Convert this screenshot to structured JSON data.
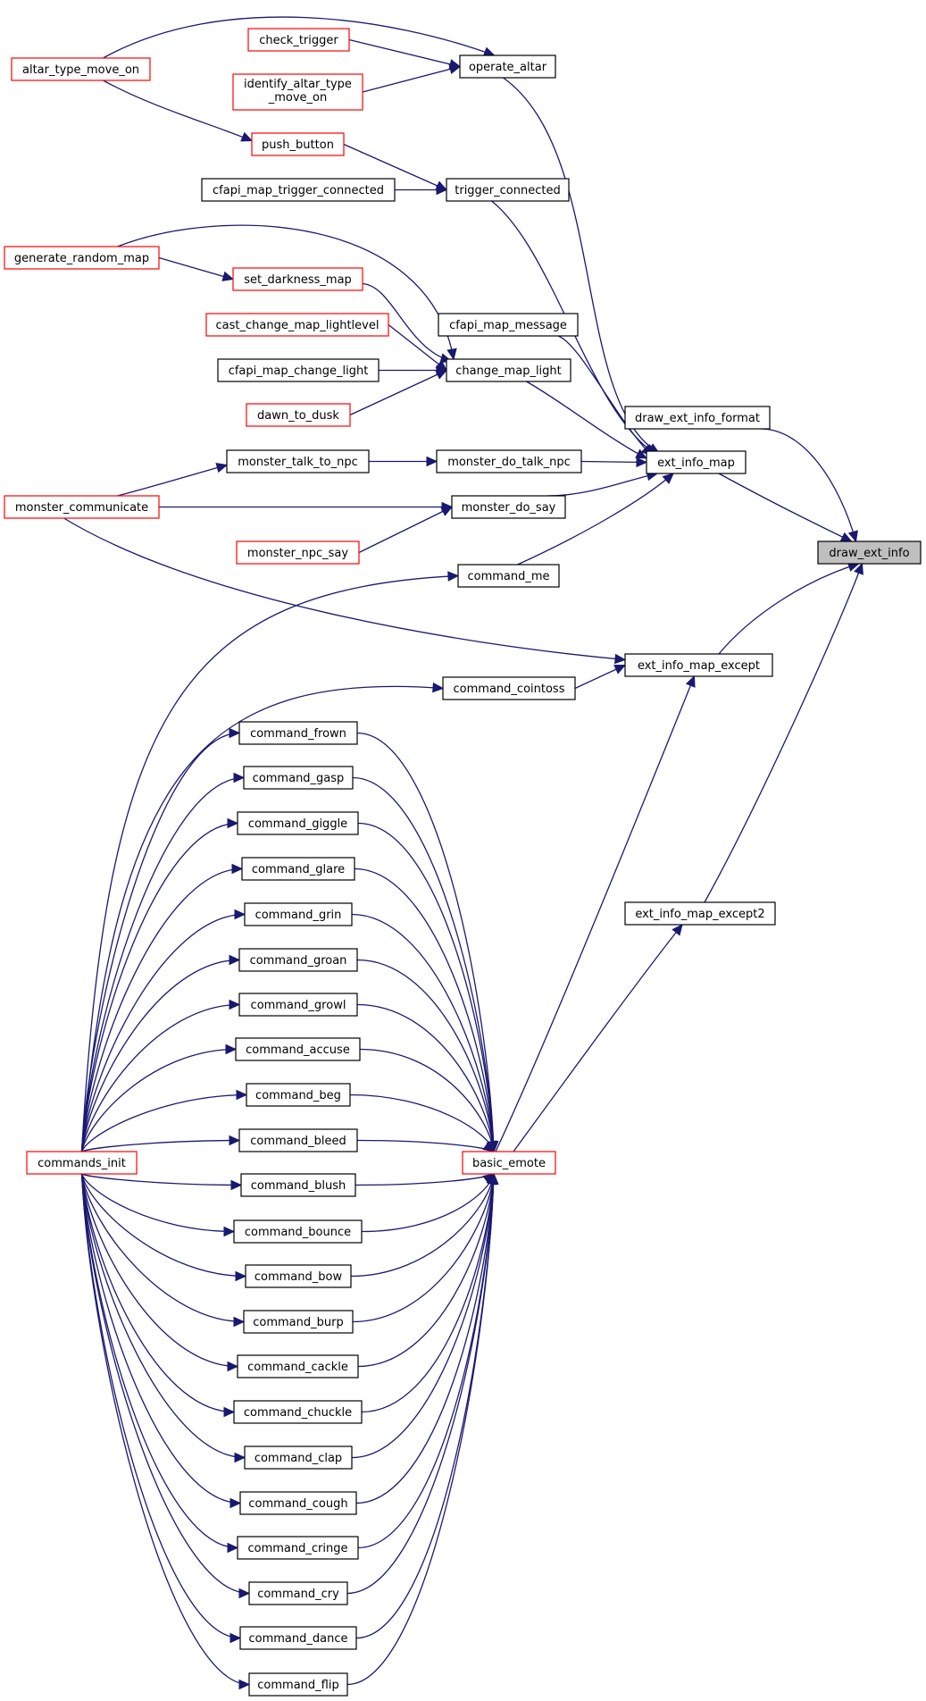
{
  "colors": {
    "edge": "#191970",
    "border_default": "#000000",
    "border_truncated": "#ff0000",
    "root_fill": "#bfbfbf"
  },
  "nodes": {
    "draw_ext_info": "draw_ext_info",
    "draw_ext_info_format": "draw_ext_info_format",
    "ext_info_map": "ext_info_map",
    "ext_info_map_except": "ext_info_map_except",
    "ext_info_map_except2": "ext_info_map_except2",
    "operate_altar": "operate_altar",
    "check_trigger": "check_trigger",
    "identify_altar_type_move_on_1": "identify_altar_type",
    "identify_altar_type_move_on_2": "_move_on",
    "altar_type_move_on": "altar_type_move_on",
    "push_button": "push_button",
    "trigger_connected": "trigger_connected",
    "cfapi_map_trigger_connected": "cfapi_map_trigger_connected",
    "generate_random_map": "generate_random_map",
    "set_darkness_map": "set_darkness_map",
    "cfapi_map_message": "cfapi_map_message",
    "cast_change_map_lightlevel": "cast_change_map_lightlevel",
    "change_map_light": "change_map_light",
    "cfapi_map_change_light": "cfapi_map_change_light",
    "dawn_to_dusk": "dawn_to_dusk",
    "monster_talk_to_npc": "monster_talk_to_npc",
    "monster_do_talk_npc": "monster_do_talk_npc",
    "monster_communicate": "monster_communicate",
    "monster_do_say": "monster_do_say",
    "monster_npc_say": "monster_npc_say",
    "command_me": "command_me",
    "command_cointoss": "command_cointoss",
    "commands_init": "commands_init",
    "basic_emote": "basic_emote",
    "command_frown": "command_frown",
    "command_gasp": "command_gasp",
    "command_giggle": "command_giggle",
    "command_glare": "command_glare",
    "command_grin": "command_grin",
    "command_groan": "command_groan",
    "command_growl": "command_growl",
    "command_accuse": "command_accuse",
    "command_beg": "command_beg",
    "command_bleed": "command_bleed",
    "command_blush": "command_blush",
    "command_bounce": "command_bounce",
    "command_bow": "command_bow",
    "command_burp": "command_burp",
    "command_cackle": "command_cackle",
    "command_chuckle": "command_chuckle",
    "command_clap": "command_clap",
    "command_cough": "command_cough",
    "command_cringe": "command_cringe",
    "command_cry": "command_cry",
    "command_dance": "command_dance",
    "command_flip": "command_flip"
  }
}
